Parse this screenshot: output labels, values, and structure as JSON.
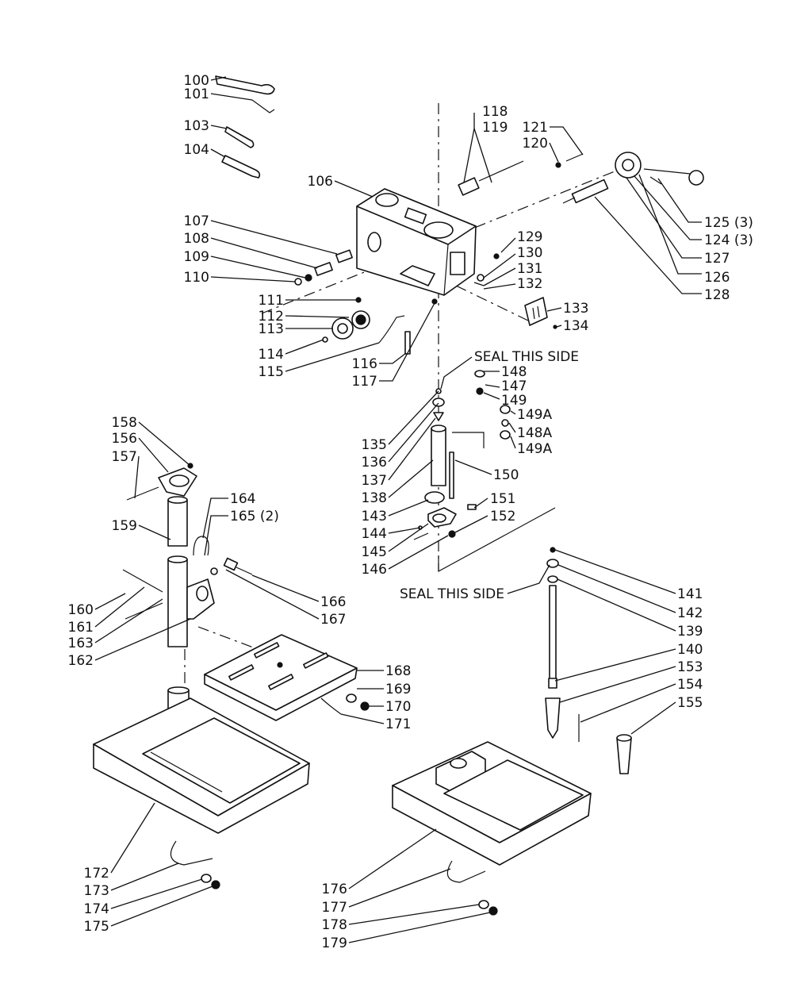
{
  "labels": {
    "p100": "100",
    "p101": "101",
    "p103": "103",
    "p104": "104",
    "p106": "106",
    "p107": "107",
    "p108": "108",
    "p109": "109",
    "p110": "110",
    "p111": "111",
    "p112": "112",
    "p113": "113",
    "p114": "114",
    "p115": "115",
    "p116": "116",
    "p117": "117",
    "p118": "118",
    "p119": "119",
    "p120": "120",
    "p121": "121",
    "p124": "124 (3)",
    "p125": "125 (3)",
    "p126": "126",
    "p127": "127",
    "p128": "128",
    "p129": "129",
    "p130": "130",
    "p131": "131",
    "p132": "132",
    "p133": "133",
    "p134": "134",
    "p135": "135",
    "p136": "136",
    "p137": "137",
    "p138": "138",
    "p139": "139",
    "p140": "140",
    "p141": "141",
    "p142": "142",
    "p143": "143",
    "p144": "144",
    "p145": "145",
    "p146": "146",
    "p147": "147",
    "p148": "148",
    "p148a": "148A",
    "p149": "149",
    "p149a1": "149A",
    "p149a2": "149A",
    "p150": "150",
    "p151": "151",
    "p152": "152",
    "p153": "153",
    "p154": "154",
    "p155": "155",
    "p156": "156",
    "p157": "157",
    "p158": "158",
    "p159": "159",
    "p160": "160",
    "p161": "161",
    "p162": "162",
    "p163": "163",
    "p164": "164",
    "p165": "165 (2)",
    "p166": "166",
    "p167": "167",
    "p168": "168",
    "p169": "169",
    "p170": "170",
    "p171": "171",
    "p172": "172",
    "p173": "173",
    "p174": "174",
    "p175": "175",
    "p176": "176",
    "p177": "177",
    "p178": "178",
    "p179": "179"
  },
  "notes": {
    "seal_top": "SEAL THIS SIDE",
    "seal_bottom": "SEAL THIS SIDE"
  }
}
